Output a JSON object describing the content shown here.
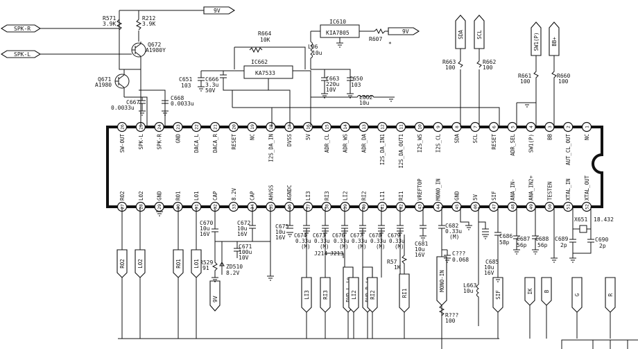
{
  "top_pins": [
    {
      "num": "26",
      "name": "SW-OUT"
    },
    {
      "num": "25",
      "name": "SPK-L"
    },
    {
      "num": "24",
      "name": "SPK-R"
    },
    {
      "num": "23",
      "name": "GND"
    },
    {
      "num": "22",
      "name": "DACA_L"
    },
    {
      "num": "21",
      "name": "DACA_R"
    },
    {
      "num": "20",
      "name": "RESET"
    },
    {
      "num": "19",
      "name": "NC"
    },
    {
      "num": "18",
      "name": "I2S_DA_IN"
    },
    {
      "num": "17",
      "name": "DVSS"
    },
    {
      "num": "16",
      "name": "5V"
    },
    {
      "num": "15",
      "name": "ADR_CL"
    },
    {
      "num": "14",
      "name": "ADR_WS"
    },
    {
      "num": "13",
      "name": "ADR_DA"
    },
    {
      "num": "12",
      "name": "I2S_DA_IN1"
    },
    {
      "num": "11",
      "name": "I2S_DA_OUT1"
    },
    {
      "num": "10",
      "name": "I2S_WS"
    },
    {
      "num": "9",
      "name": "I2S_CL"
    },
    {
      "num": "8",
      "name": "SDA"
    },
    {
      "num": "7",
      "name": "SCL"
    },
    {
      "num": "6",
      "name": "RESET"
    },
    {
      "num": "5",
      "name": "ADR_SEL"
    },
    {
      "num": "4",
      "name": "SW1(P)"
    },
    {
      "num": "3",
      "name": "BB"
    },
    {
      "num": "2",
      "name": "AUT_CL_OUT"
    },
    {
      "num": "1",
      "name": "NC"
    }
  ],
  "bottom_pins": [
    {
      "num": "27",
      "name": "RO2"
    },
    {
      "num": "28",
      "name": "LO2"
    },
    {
      "num": "29",
      "name": "GND"
    },
    {
      "num": "30",
      "name": "RO1"
    },
    {
      "num": "31",
      "name": "LO1"
    },
    {
      "num": "32",
      "name": "CAP"
    },
    {
      "num": "33",
      "name": "8.2V"
    },
    {
      "num": "34",
      "name": "CAP"
    },
    {
      "num": "35",
      "name": "AHVSS"
    },
    {
      "num": "36",
      "name": "AGNDC"
    },
    {
      "num": "37",
      "name": "LI3"
    },
    {
      "num": "38",
      "name": "RI3"
    },
    {
      "num": "39",
      "name": "LI2"
    },
    {
      "num": "40",
      "name": "RI2"
    },
    {
      "num": "41",
      "name": "LI1"
    },
    {
      "num": "42",
      "name": "RI1"
    },
    {
      "num": "43",
      "name": "VREFTOP"
    },
    {
      "num": "44",
      "name": "MONO_IN"
    },
    {
      "num": "45",
      "name": "GND"
    },
    {
      "num": "46",
      "name": "5V"
    },
    {
      "num": "47",
      "name": "SIF"
    },
    {
      "num": "48",
      "name": "ANA_IN-"
    },
    {
      "num": "49",
      "name": "ANA_IN2+"
    },
    {
      "num": "50",
      "name": "TESTEN"
    },
    {
      "num": "51",
      "name": "XTAL_IN"
    },
    {
      "num": "52",
      "name": "XTAL_OUT"
    }
  ],
  "net_tags": {
    "spk_r": "SPK-R",
    "spk_l": "SPK-L",
    "v9_top": "9V",
    "v9_ic610": "9V",
    "v9_bottom": "9V",
    "sda": "SDA",
    "scl": "SCL",
    "sw1p": "SW1(P)",
    "bbp": "BB+"
  },
  "bottom_tags": [
    {
      "key": "ro2",
      "label": "RO2"
    },
    {
      "key": "lo2",
      "label": "LO2"
    },
    {
      "key": "ro1",
      "label": "RO1"
    },
    {
      "key": "lo1",
      "label": "LO1"
    },
    {
      "key": "li3",
      "label": "LI3"
    },
    {
      "key": "ri3",
      "label": "RI3"
    },
    {
      "key": "dvdl",
      "label": "DVD-L-in"
    },
    {
      "key": "li2",
      "label": "LI2"
    },
    {
      "key": "dvdr",
      "label": "DVD-R-in"
    },
    {
      "key": "ri2",
      "label": "RI2"
    },
    {
      "key": "ri1",
      "label": "RI1"
    },
    {
      "key": "mono",
      "label": "MONO-IN"
    },
    {
      "key": "sif",
      "label": "SIF"
    },
    {
      "key": "ik",
      "label": "IK"
    },
    {
      "key": "b",
      "label": "B"
    },
    {
      "key": "g",
      "label": "G"
    },
    {
      "key": "r",
      "label": "R"
    }
  ],
  "components": {
    "r571": {
      "ref": "R571",
      "val": "3.9K"
    },
    "r212": {
      "ref": "R212",
      "val": "3.9K"
    },
    "q672": {
      "ref": "Q672",
      "val": "A1980Y"
    },
    "q671": {
      "ref": "Q671",
      "val": "A1980"
    },
    "c667": {
      "ref": "C667",
      "val": "0.0033u"
    },
    "c668": {
      "ref": "C668",
      "val": "0.0033u"
    },
    "r664": {
      "ref": "R664",
      "val": "10K"
    },
    "ic662": {
      "ref": "IC662",
      "val": "KA7533"
    },
    "c651": {
      "ref": "C651",
      "val": "103"
    },
    "c666": {
      "ref": "C666",
      "val": "3.3u",
      "v2": "50V"
    },
    "ic610": {
      "ref": "IC610",
      "val": "KIA7805"
    },
    "r607": {
      "ref": "R607",
      "val": "*"
    },
    "l06": {
      "ref": "L06",
      "val": "10u"
    },
    "c663": {
      "ref": "C663",
      "val": "220u",
      "v2": "10V"
    },
    "c650": {
      "ref": "C650",
      "val": "103"
    },
    "l662": {
      "ref": "L662",
      "val": "10u"
    },
    "r663": {
      "ref": "R663",
      "val": "100"
    },
    "r662": {
      "ref": "R662",
      "val": "100"
    },
    "r661": {
      "ref": "R661",
      "val": "100"
    },
    "r660": {
      "ref": "R660",
      "val": "100"
    },
    "c670": {
      "ref": "C670",
      "val": "10u",
      "v2": "16V"
    },
    "c672": {
      "ref": "C672",
      "val": "10u",
      "v2": "16V"
    },
    "c671": {
      "ref": "C671",
      "val": "100u",
      "v2": "10V"
    },
    "r529": {
      "ref": "R529",
      "val": "91"
    },
    "zd510": {
      "ref": "ZD510",
      "val": "8.2V"
    },
    "c675": {
      "ref": "C675",
      "val": "10u",
      "v2": "16V"
    },
    "c674": {
      "ref": "C674",
      "val": "0.33u",
      "v2": "(M)"
    },
    "c673": {
      "ref": "C673",
      "val": "0.33u",
      "v2": "(M)"
    },
    "c676": {
      "ref": "C676",
      "val": "0.33u",
      "v2": "(M)"
    },
    "c677": {
      "ref": "C677",
      "val": "0.33u",
      "v2": "(M)"
    },
    "c678": {
      "ref": "C678",
      "val": "0.33u",
      "v2": "(M)"
    },
    "c679": {
      "ref": "C679",
      "val": "0.33u",
      "v2": "(M)"
    },
    "j214": {
      "ref": "J214"
    },
    "j213": {
      "ref": "J213"
    },
    "r57x": {
      "ref": "R57",
      "val": "1K"
    },
    "c681": {
      "ref": "C681",
      "val": "10u",
      "v2": "16V"
    },
    "c682": {
      "ref": "C682",
      "val": "0.33u",
      "v2": "(M)"
    },
    "cqqq": {
      "ref": "C???",
      "val": "0.068"
    },
    "rqqq": {
      "ref": "R???",
      "val": "100"
    },
    "c686": {
      "ref": "C686",
      "val": "58p"
    },
    "c685": {
      "ref": "C685",
      "val": "10u",
      "v2": "16V"
    },
    "l663": {
      "ref": "L663",
      "val": "10u"
    },
    "c687": {
      "ref": "C687",
      "val": "56p"
    },
    "c688": {
      "ref": "C688",
      "val": "56p"
    },
    "c689": {
      "ref": "C689",
      "val": "2p"
    },
    "x651": {
      "ref": "X651",
      "val": "18.432"
    },
    "c690": {
      "ref": "C690",
      "val": "2p"
    }
  }
}
